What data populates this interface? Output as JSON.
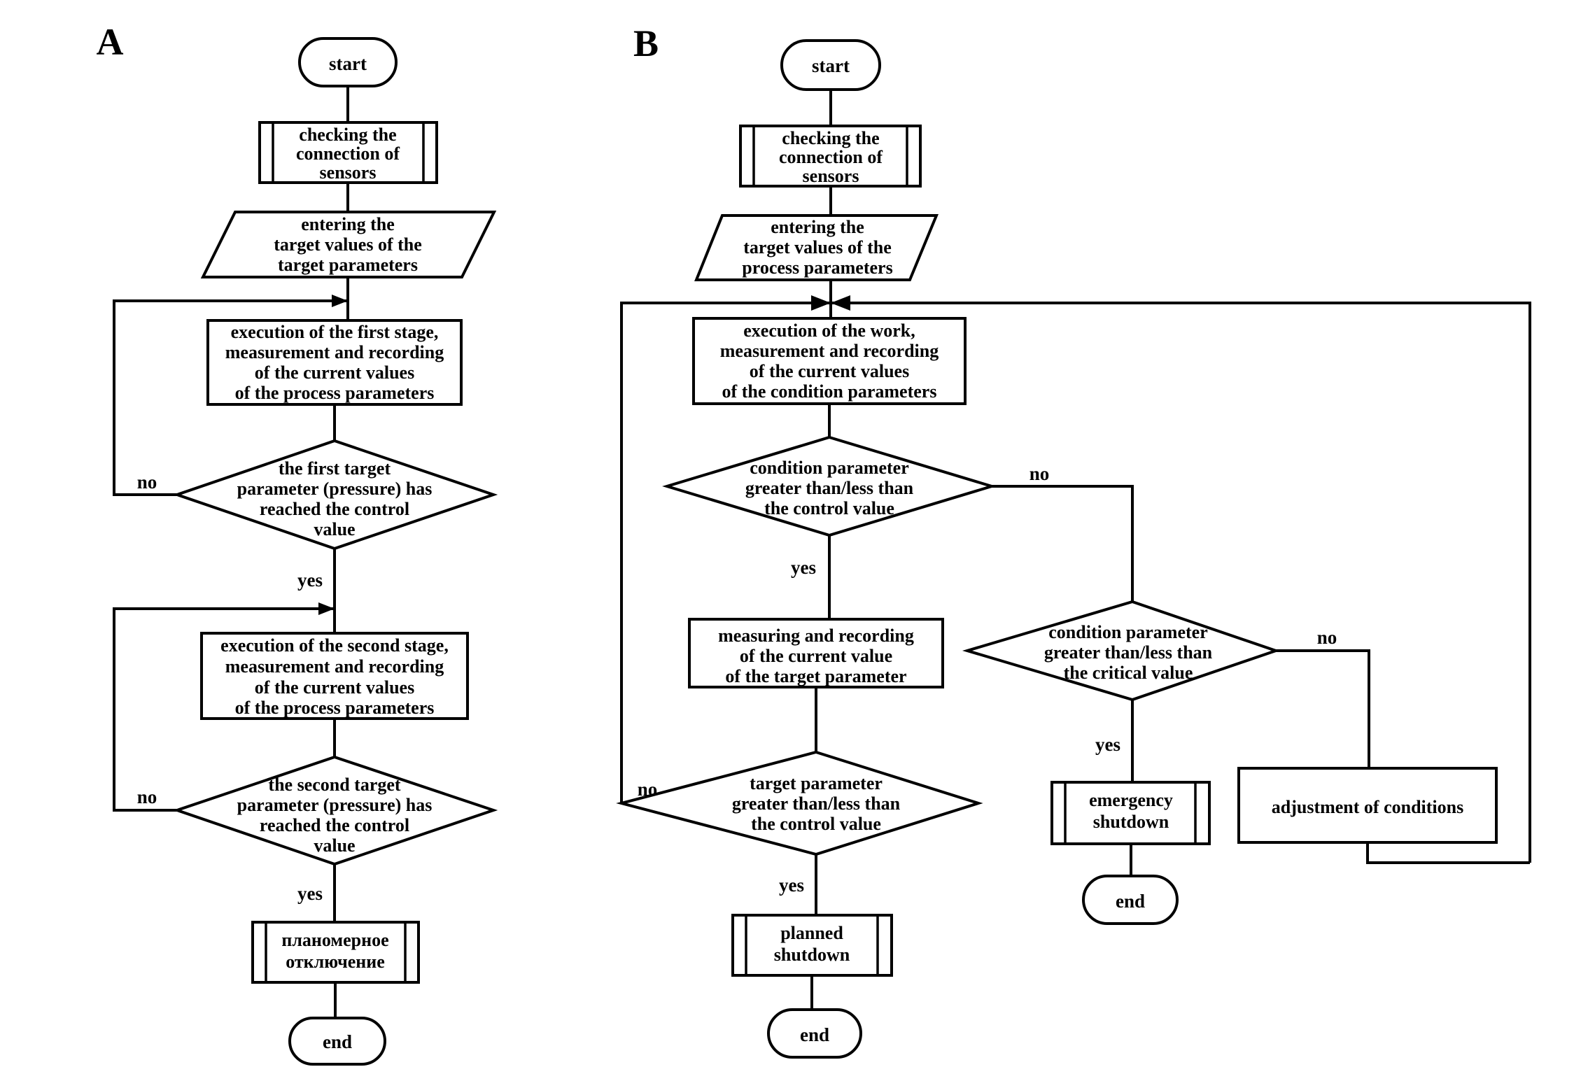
{
  "figure": {
    "panels": [
      {
        "id": "A",
        "label": "A"
      },
      {
        "id": "B",
        "label": "B"
      }
    ],
    "edge_labels": {
      "yes": "yes",
      "no": "no"
    }
  },
  "panel_a": {
    "label": "A",
    "nodes": {
      "start": {
        "type": "terminator",
        "text": "start"
      },
      "check_sensors": {
        "type": "predefined-process",
        "lines": [
          "checking the",
          "connection of",
          "sensors"
        ]
      },
      "entering": {
        "type": "input-output",
        "lines": [
          "entering the",
          "target values of the",
          "target parameters"
        ]
      },
      "stage1": {
        "type": "process",
        "lines": [
          "execution of the first stage,",
          "measurement and recording",
          "of the current values",
          "of the process parameters"
        ]
      },
      "decision1": {
        "type": "decision",
        "lines": [
          "the first target",
          "parameter (pressure) has",
          "reached the control",
          "value"
        ]
      },
      "stage2": {
        "type": "process",
        "lines": [
          "execution of the second stage,",
          "measurement and recording",
          "of the current values",
          "of the process parameters"
        ]
      },
      "decision2": {
        "type": "decision",
        "lines": [
          "the second target",
          "parameter (pressure) has",
          "reached the control",
          "value"
        ]
      },
      "shutdown": {
        "type": "predefined-process",
        "lines": [
          "планомерное",
          "отключение"
        ]
      },
      "end": {
        "type": "terminator",
        "text": "end"
      }
    },
    "edges": [
      {
        "from": "decision1",
        "to": "stage1",
        "label": "no"
      },
      {
        "from": "decision1",
        "to": "stage2",
        "label": "yes"
      },
      {
        "from": "decision2",
        "to": "stage2",
        "label": "no"
      },
      {
        "from": "decision2",
        "to": "shutdown",
        "label": "yes"
      }
    ]
  },
  "panel_b": {
    "label": "B",
    "nodes": {
      "start": {
        "type": "terminator",
        "text": "start"
      },
      "check_sensors": {
        "type": "predefined-process",
        "lines": [
          "checking the",
          "connection of",
          "sensors"
        ]
      },
      "entering": {
        "type": "input-output",
        "lines": [
          "entering the",
          "target values of the",
          "process parameters"
        ]
      },
      "work": {
        "type": "process",
        "lines": [
          "execution of the work,",
          "measurement and recording",
          "of the current values",
          "of the condition parameters"
        ]
      },
      "cond_control": {
        "type": "decision",
        "lines": [
          "condition parameter",
          "greater than/less than",
          "the control value"
        ]
      },
      "measuring": {
        "type": "process",
        "lines": [
          "measuring and recording",
          "of the current value",
          "of the target parameter"
        ]
      },
      "target_control": {
        "type": "decision",
        "lines": [
          "target parameter",
          "greater than/less than",
          "the control value"
        ]
      },
      "planned_shutdown": {
        "type": "predefined-process",
        "lines": [
          "planned",
          "shutdown"
        ]
      },
      "end_planned": {
        "type": "terminator",
        "text": "end"
      },
      "cond_critical": {
        "type": "decision",
        "lines": [
          "condition parameter",
          "greater than/less than",
          "the critical value"
        ]
      },
      "emergency_shutdown": {
        "type": "predefined-process",
        "lines": [
          "emergency",
          "shutdown"
        ]
      },
      "end_emergency": {
        "type": "terminator",
        "text": "end"
      },
      "adjustment": {
        "type": "process",
        "lines": [
          "adjustment of conditions"
        ]
      }
    },
    "edges": [
      {
        "from": "cond_control",
        "to": "cond_critical",
        "label": "no"
      },
      {
        "from": "cond_control",
        "to": "measuring",
        "label": "yes"
      },
      {
        "from": "target_control",
        "to": "work",
        "label": "no"
      },
      {
        "from": "target_control",
        "to": "planned_shutdown",
        "label": "yes"
      },
      {
        "from": "cond_critical",
        "to": "emergency_shutdown",
        "label": "yes"
      },
      {
        "from": "cond_critical",
        "to": "adjustment",
        "label": "no"
      }
    ]
  },
  "colors": {
    "stroke": "#000000",
    "fill": "#ffffff",
    "background": "#ffffff"
  }
}
